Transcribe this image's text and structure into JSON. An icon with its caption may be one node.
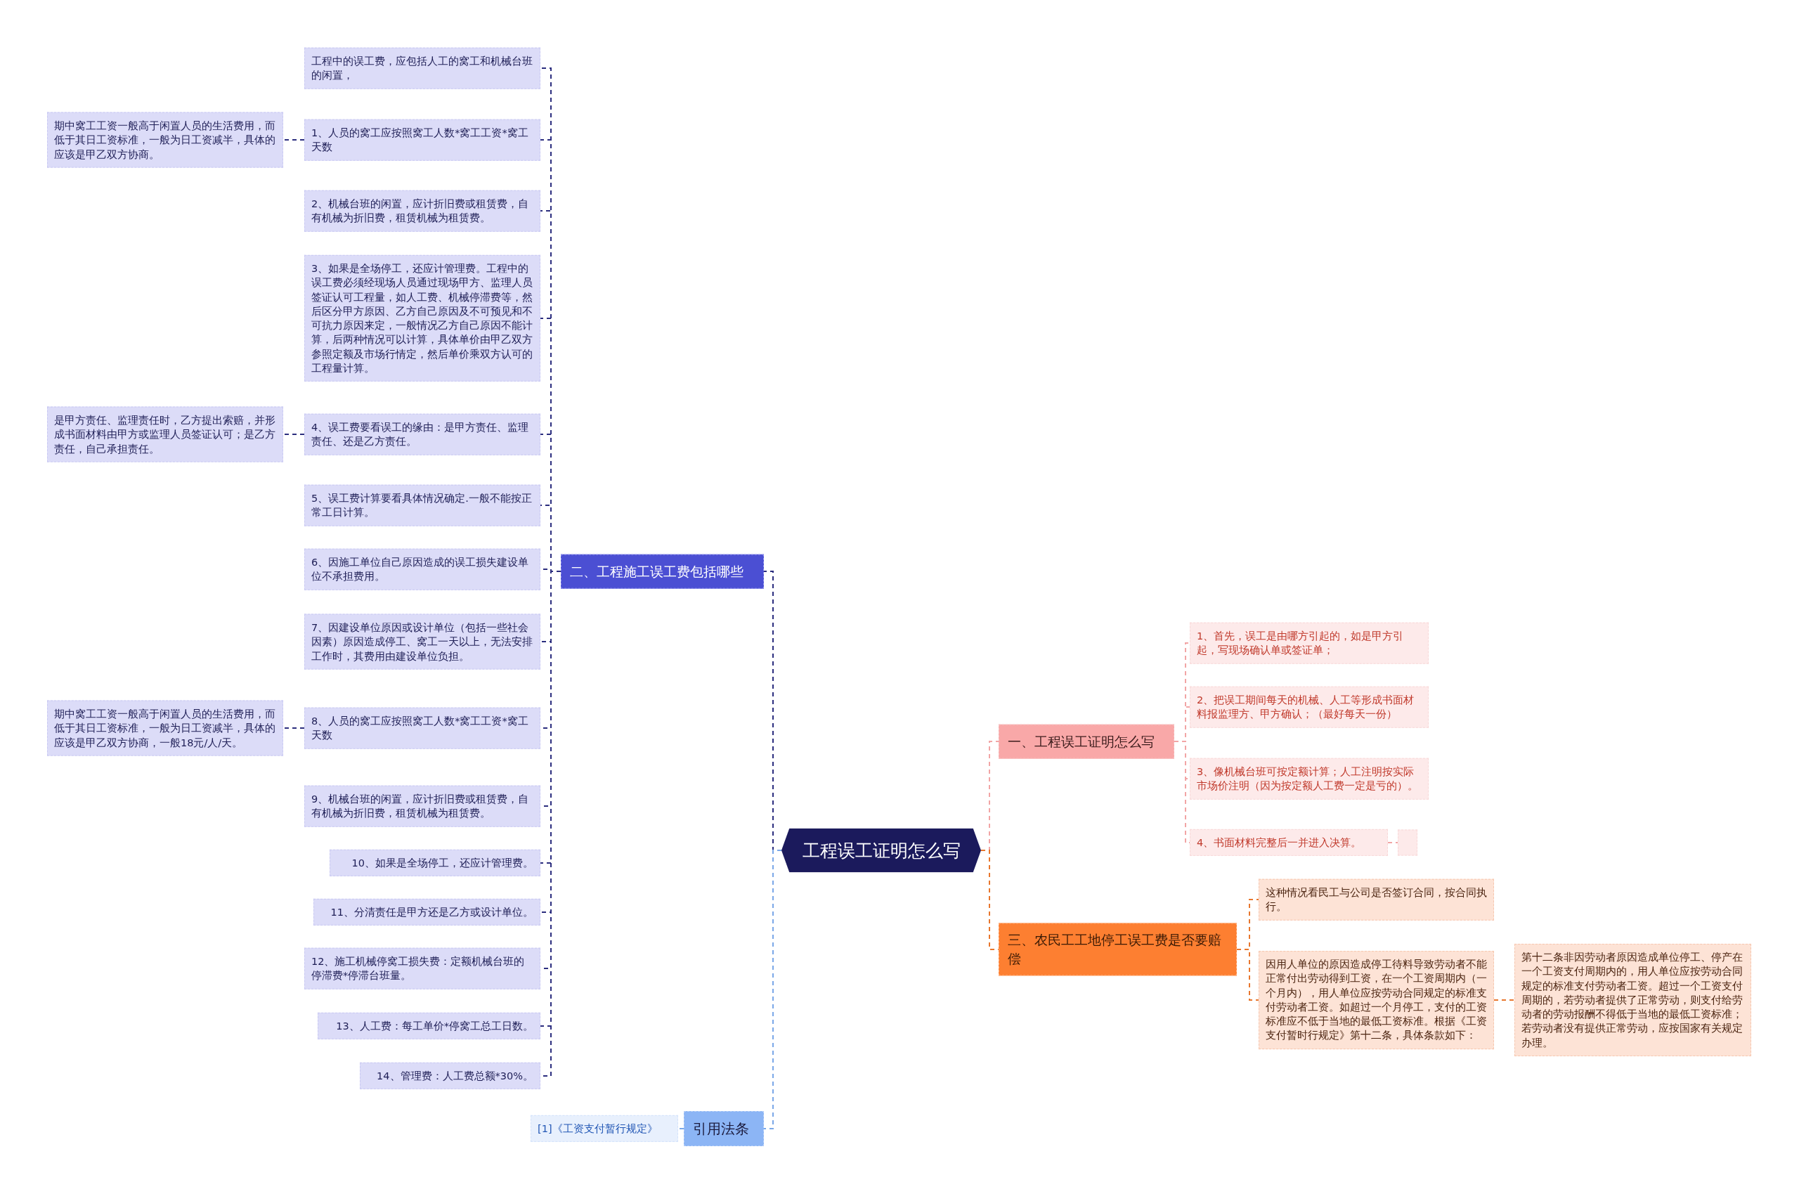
{
  "diagram": {
    "nodes": [
      {
        "text": [
          "工程误工证明怎么写"
        ]
      },
      {
        "text": [
          "二、工程施工误工费包括哪些"
        ]
      },
      {
        "text": [
          "工程中的误工费，应包括人工的窝工和机械台班的闲置，"
        ]
      },
      {
        "text": [
          "1、人员的窝工应按照窝工人数*窝工工资*窝工天数"
        ]
      },
      {
        "text": [
          "期中窝工工资一般高于闲置人员的生活费用，而低于其日工资标准，一般为日工资减半，具体的应该是甲乙双方协商。"
        ]
      },
      {
        "text": [
          "2、机械台班的闲置，应计折旧费或租赁费，自有机械为折旧费，租赁机械为租赁费。"
        ]
      },
      {
        "text": [
          "3、如果是全场停工，还应计管理费。工程中的误工费必须经现场人员通过现场甲方、监理人员签证认可工程量，如人工费、机械停滞费等，然后区分甲方原因、乙方自己原因及不可预见和不可抗力原因来定，一般情况乙方自己原因不能计算，后两种情况可以计算，具体单价由甲乙双方参照定额及市场行情定，然后单价乘双方认可的工程量计算。"
        ]
      },
      {
        "text": [
          "4、误工费要看误工的缘由：是甲方责任、监理责任、还是乙方责任。"
        ]
      },
      {
        "text": [
          "是甲方责任、监理责任时，乙方提出索赔，并形成书面材料由甲方或监理人员签证认可；是乙方责任，自己承担责任。"
        ]
      },
      {
        "text": [
          "5、误工费计算要看具体情况确定.一般不能按正常工日计算。"
        ]
      },
      {
        "text": [
          "6、因施工单位自己原因造成的误工损失建设单位不承担费用。"
        ]
      },
      {
        "text": [
          "7、因建设单位原因或设计单位（包括一些社会因素）原因造成停工、窝工一天以上，无法安排工作时，其费用由建设单位负担。"
        ]
      },
      {
        "text": [
          "8、人员的窝工应按照窝工人数*窝工工资*窝工天数"
        ]
      },
      {
        "text": [
          "期中窝工工资一般高于闲置人员的生活费用，而低于其日工资标准，一般为日工资减半，具体的应该是甲乙双方协商，一般18元/人/天。"
        ]
      },
      {
        "text": [
          "9、机械台班的闲置，应计折旧费或租赁费，自有机械为折旧费，租赁机械为租赁费。"
        ]
      },
      {
        "text": [
          "10、如果是全场停工，还应计管理费。"
        ]
      },
      {
        "text": [
          "11、分清责任是甲方还是乙方或设计单位。"
        ]
      },
      {
        "text": [
          "12、施工机械停窝工损失费：定额机械台班的停滞费*停滞台班量。"
        ]
      },
      {
        "text": [
          "13、人工费：每工单价*停窝工总工日数。"
        ]
      },
      {
        "text": [
          "14、管理费：人工费总额*30%。"
        ]
      },
      {
        "text": [
          "引用法条"
        ]
      },
      {
        "text": [
          "[1]《工资支付暂行规定》"
        ]
      },
      {
        "text": [
          "一、工程误工证明怎么写"
        ]
      },
      {
        "text": [
          "1、首先，误工是由哪方引起的，如是甲方引起，写现场确认单或签证单；"
        ]
      },
      {
        "text": [
          "2、把误工期间每天的机械、人工等形成书面材料报监理方、甲方确认；（最好每天一份）"
        ]
      },
      {
        "text": [
          "3、像机械台班可按定额计算；人工注明按实际市场价注明（因为按定额人工费一定是亏的）。"
        ]
      },
      {
        "text": [
          "4、书面材料完整后一并进入决算。"
        ]
      },
      {
        "text": [],
        "shape": "box"
      },
      {
        "text": [
          "三、农民工工地停工误工费是否要赔偿"
        ]
      },
      {
        "text": [
          "这种情况看民工与公司是否签订合同，按合同执行。"
        ]
      },
      {
        "text": [
          "因用人单位的原因造成停工待料导致劳动者不能正常付出劳动得到工资，在一个工资周期内（一个月内），用人单位应按劳动合同规定的标准支付劳动者工资。如超过一个月停工，支付的工资标准应不低于当地的最低工资标准。根据《工资支付暂时行规定》第十二条，具体条款如下："
        ]
      },
      {
        "text": [
          "第十二条非因劳动者原因造成单位停工、停产在一个工资支付周期内的，用人单位应按劳动合同规定的标准支付劳动者工资。超过一个工资支付周期的，若劳动者提供了正常劳动，则支付给劳动者的劳动报酬不得低于当地的最低工资标准；若劳动者没有提供正常劳动，应按国家有关规定办理。"
        ]
      }
    ],
    "edges": [
      {
        "from": 0,
        "to": 1,
        "arrow": "none",
        "style": "dashed"
      },
      {
        "from": 1,
        "to": 2,
        "arrow": "none",
        "style": "dashed"
      },
      {
        "from": 1,
        "to": 3,
        "arrow": "none",
        "style": "dashed"
      },
      {
        "from": 3,
        "to": 4,
        "arrow": "none",
        "style": "dashed"
      },
      {
        "from": 1,
        "to": 5,
        "arrow": "none",
        "style": "dashed"
      },
      {
        "from": 1,
        "to": 6,
        "arrow": "none",
        "style": "dashed"
      },
      {
        "from": 1,
        "to": 7,
        "arrow": "none",
        "style": "dashed"
      },
      {
        "from": 7,
        "to": 8,
        "arrow": "none",
        "style": "dashed"
      },
      {
        "from": 1,
        "to": 9,
        "arrow": "none",
        "style": "dashed"
      },
      {
        "from": 1,
        "to": 10,
        "arrow": "none",
        "style": "dashed"
      },
      {
        "from": 1,
        "to": 11,
        "arrow": "none",
        "style": "dashed"
      },
      {
        "from": 1,
        "to": 12,
        "arrow": "none",
        "style": "dashed"
      },
      {
        "from": 12,
        "to": 13,
        "arrow": "none",
        "style": "dashed"
      },
      {
        "from": 1,
        "to": 14,
        "arrow": "none",
        "style": "dashed"
      },
      {
        "from": 1,
        "to": 15,
        "arrow": "none",
        "style": "dashed"
      },
      {
        "from": 1,
        "to": 16,
        "arrow": "none",
        "style": "dashed"
      },
      {
        "from": 1,
        "to": 17,
        "arrow": "none",
        "style": "dashed"
      },
      {
        "from": 1,
        "to": 18,
        "arrow": "none",
        "style": "dashed"
      },
      {
        "from": 1,
        "to": 19,
        "arrow": "none",
        "style": "dashed"
      },
      {
        "from": 0,
        "to": 20,
        "arrow": "none",
        "style": "dashed",
        "color": "#7aa7e8"
      },
      {
        "from": 20,
        "to": 21,
        "arrow": "none",
        "style": "dashed",
        "color": "#7aa7e8"
      },
      {
        "from": 0,
        "to": 22,
        "arrow": "none",
        "style": "dashed",
        "color": "#f2a5a5"
      },
      {
        "from": 22,
        "to": 23,
        "arrow": "none",
        "style": "dashed",
        "color": "#f2a5a5"
      },
      {
        "from": 22,
        "to": 24,
        "arrow": "none",
        "style": "dashed",
        "color": "#f2a5a5"
      },
      {
        "from": 22,
        "to": 25,
        "arrow": "none",
        "style": "dashed",
        "color": "#f2a5a5"
      },
      {
        "from": 22,
        "to": 26,
        "arrow": "none",
        "style": "dashed",
        "color": "#f2a5a5"
      },
      {
        "from": 26,
        "to": 27,
        "arrow": "none",
        "style": "dashed",
        "color": "#f2a5a5"
      },
      {
        "from": 0,
        "to": 28,
        "arrow": "none",
        "style": "dashed",
        "color": "#e8772e"
      },
      {
        "from": 28,
        "to": 29,
        "arrow": "none",
        "style": "dashed",
        "color": "#e8772e"
      },
      {
        "from": 28,
        "to": 30,
        "arrow": "none",
        "style": "dashed",
        "color": "#e8772e"
      },
      {
        "from": 30,
        "to": 31,
        "arrow": "none",
        "style": "dashed",
        "color": "#e8772e"
      }
    ]
  }
}
